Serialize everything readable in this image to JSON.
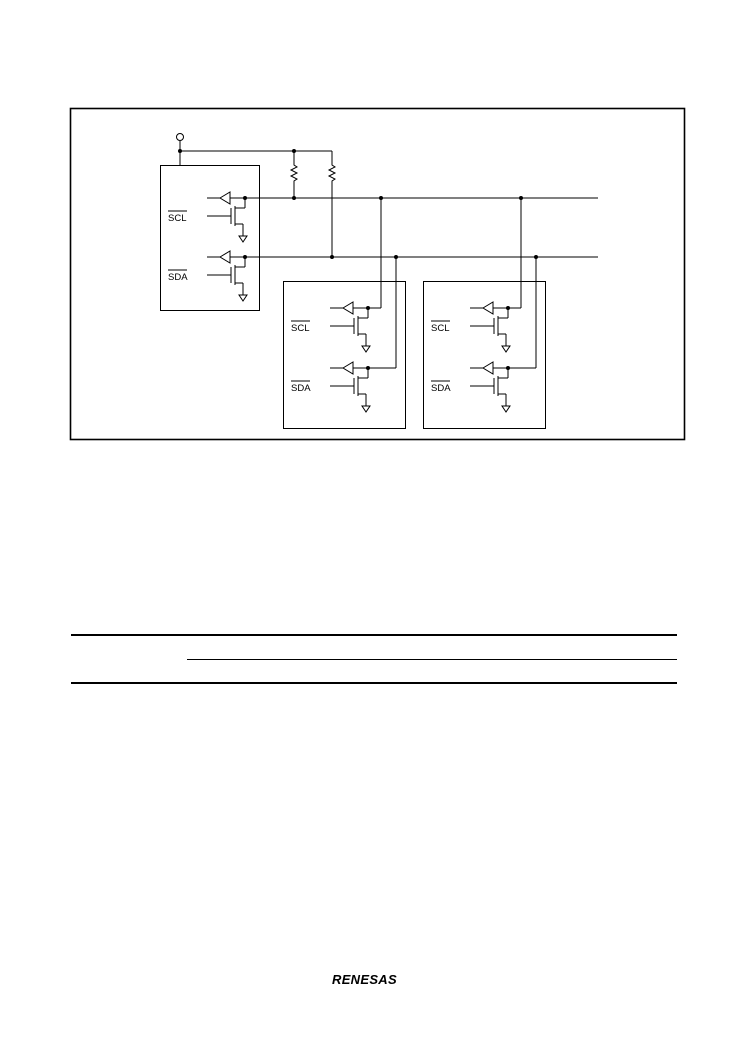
{
  "figure": {
    "master": {
      "scl_label": "SCL",
      "sda_label": "SDA"
    },
    "slaves": [
      {
        "scl_label": "SCL",
        "sda_label": "SDA"
      },
      {
        "scl_label": "SCL",
        "sda_label": "SDA"
      }
    ]
  },
  "footer": {
    "logo_text": "RENESAS"
  }
}
